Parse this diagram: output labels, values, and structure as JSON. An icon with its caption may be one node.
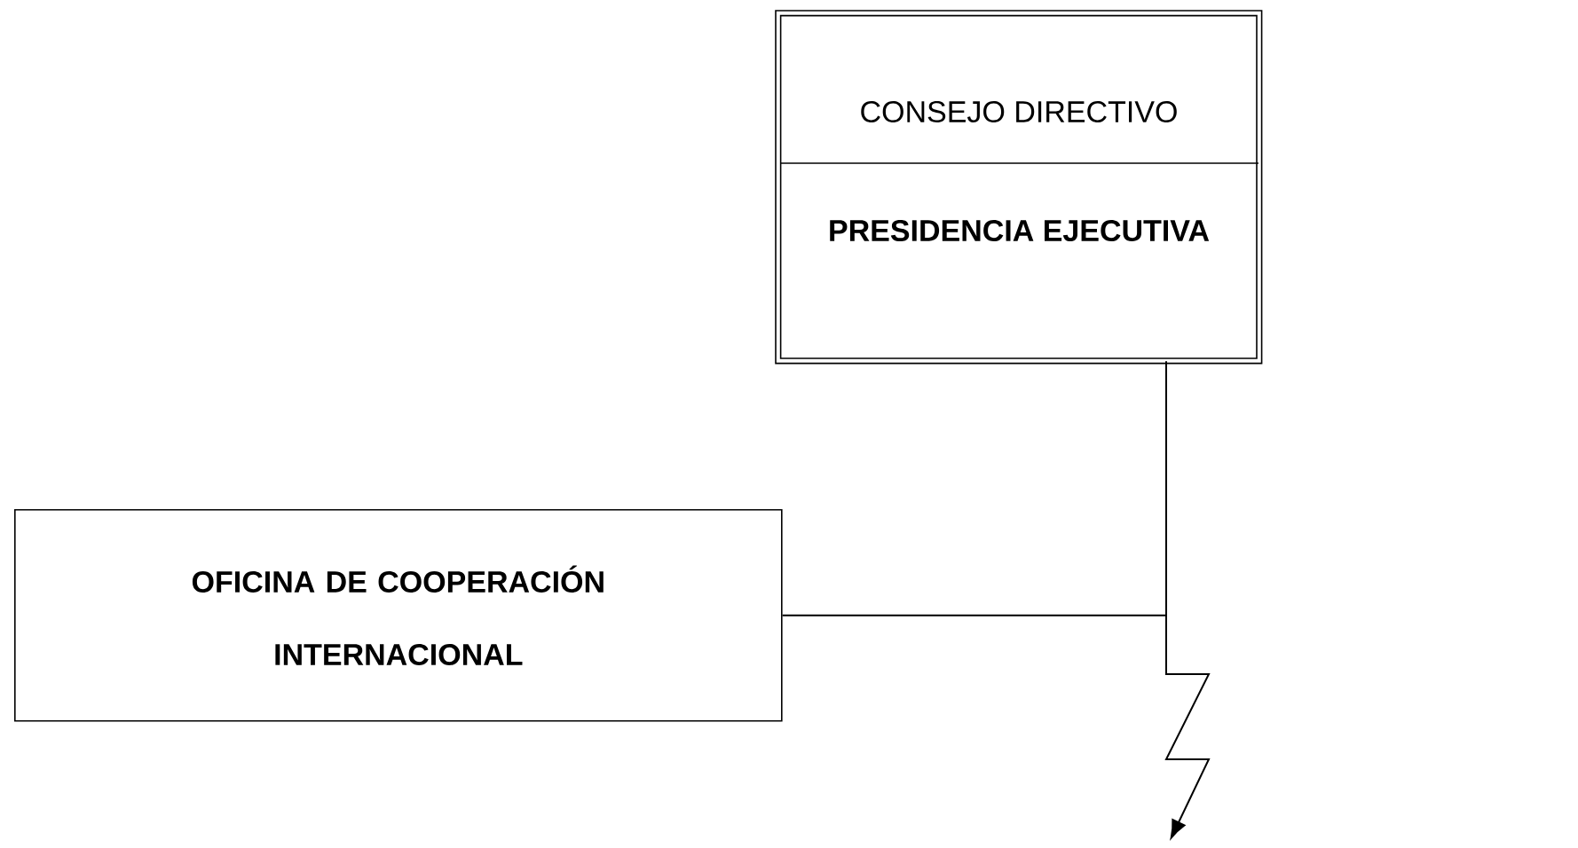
{
  "diagram": {
    "nodes": [
      {
        "text": [
          "CONSEJO DIRECTIVO",
          "PRESIDENCIA EJECUTIVA"
        ]
      },
      {
        "text": [
          "OFICINA DE COOPERACIÓN INTERNACIONAL"
        ]
      }
    ],
    "edges": [
      {
        "from": 0,
        "to": 1,
        "arrow": "none"
      },
      {
        "from": 0,
        "to": null,
        "arrow": "to"
      }
    ]
  }
}
